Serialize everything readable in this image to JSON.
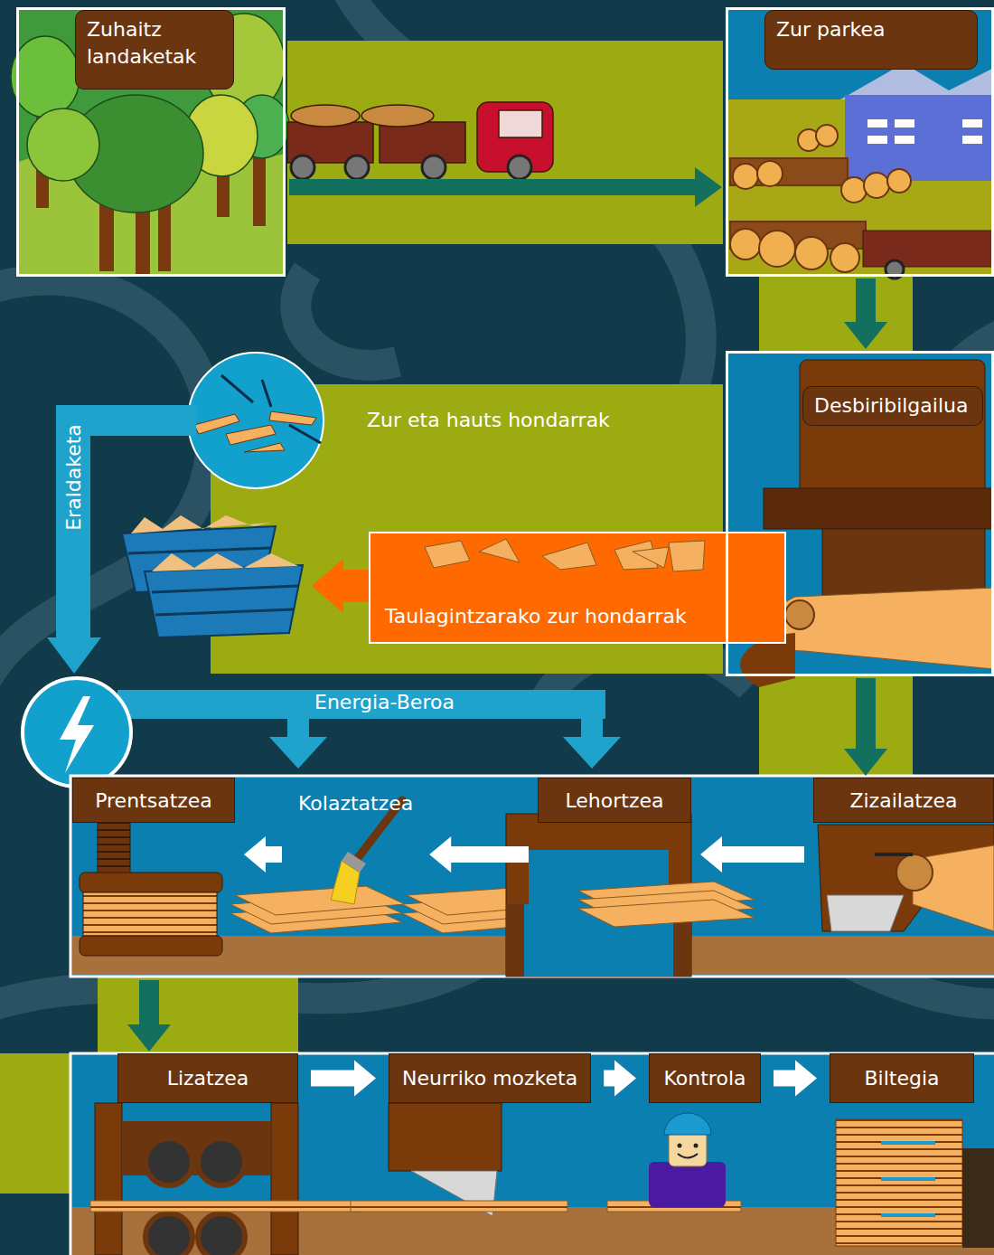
{
  "diagram": {
    "nodes": [
      {
        "text": [
          "Zuhaitz landaketak"
        ]
      },
      {
        "text": [
          "Zur parkea"
        ]
      },
      {
        "text": [
          "Desbiribilgailua"
        ]
      },
      {
        "text": [
          "Zur eta hauts hondarrak"
        ]
      },
      {
        "text": [
          "Taulagintzarako zur hondarrak"
        ]
      },
      {
        "text": [
          "Prentsatzea"
        ]
      },
      {
        "text": [
          "Kolaztatzea"
        ]
      },
      {
        "text": [
          "Lehortzea"
        ]
      },
      {
        "text": [
          "Zizailatzea"
        ]
      },
      {
        "text": [
          "Lizatzea"
        ]
      },
      {
        "text": [
          "Neurriko mozketa"
        ]
      },
      {
        "text": [
          "Kontrola"
        ]
      },
      {
        "text": [
          "Biltegia"
        ]
      }
    ],
    "edges": [
      {
        "from": 0,
        "to": 1,
        "arrow": "to"
      },
      {
        "from": 1,
        "to": 2,
        "arrow": "to"
      },
      {
        "from": 2,
        "to": 8,
        "arrow": "to"
      },
      {
        "from": 8,
        "to": 7,
        "arrow": "to"
      },
      {
        "from": 7,
        "to": 6,
        "arrow": "to"
      },
      {
        "from": 6,
        "to": 5,
        "arrow": "to"
      },
      {
        "from": 5,
        "to": 9,
        "arrow": "to"
      },
      {
        "from": 9,
        "to": 10,
        "arrow": "to"
      },
      {
        "from": 10,
        "to": 11,
        "arrow": "to"
      },
      {
        "from": 11,
        "to": 12,
        "arrow": "to"
      }
    ],
    "labels": [
      "Eraldaketa",
      "Energia-Beroa"
    ]
  }
}
